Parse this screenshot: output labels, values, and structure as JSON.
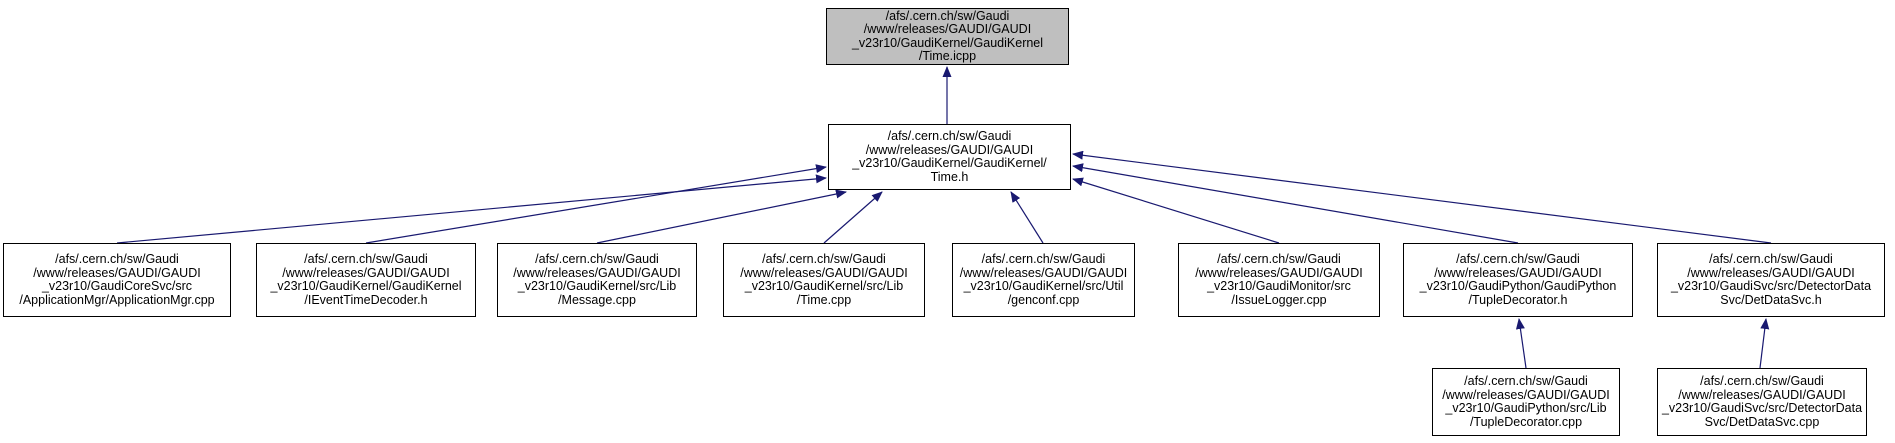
{
  "diagram": {
    "kind": "include-dependency-graph",
    "edge_color": "#191970",
    "node_border_color": "#000000",
    "node_fill": "#ffffff",
    "highlighted_node_fill": "#bfbfbf",
    "nodes": {
      "time_icpp": {
        "label": "/afs/.cern.ch/sw/Gaudi\n/www/releases/GAUDI/GAUDI\n_v23r10/GaudiKernel/GaudiKernel\n/Time.icpp",
        "highlighted": true
      },
      "time_h": {
        "label": "/afs/.cern.ch/sw/Gaudi\n/www/releases/GAUDI/GAUDI\n_v23r10/GaudiKernel/GaudiKernel/\nTime.h",
        "highlighted": false
      },
      "applicationmgr_cpp": {
        "label": "/afs/.cern.ch/sw/Gaudi\n/www/releases/GAUDI/GAUDI\n_v23r10/GaudiCoreSvc/src\n/ApplicationMgr/ApplicationMgr.cpp",
        "highlighted": false
      },
      "ieventtimedecoder_h": {
        "label": "/afs/.cern.ch/sw/Gaudi\n/www/releases/GAUDI/GAUDI\n_v23r10/GaudiKernel/GaudiKernel\n/IEventTimeDecoder.h",
        "highlighted": false
      },
      "message_cpp": {
        "label": "/afs/.cern.ch/sw/Gaudi\n/www/releases/GAUDI/GAUDI\n_v23r10/GaudiKernel/src/Lib\n/Message.cpp",
        "highlighted": false
      },
      "time_cpp": {
        "label": "/afs/.cern.ch/sw/Gaudi\n/www/releases/GAUDI/GAUDI\n_v23r10/GaudiKernel/src/Lib\n/Time.cpp",
        "highlighted": false
      },
      "genconf_cpp": {
        "label": "/afs/.cern.ch/sw/Gaudi\n/www/releases/GAUDI/GAUDI\n_v23r10/GaudiKernel/src/Util\n/genconf.cpp",
        "highlighted": false
      },
      "issuelogger_cpp": {
        "label": "/afs/.cern.ch/sw/Gaudi\n/www/releases/GAUDI/GAUDI\n_v23r10/GaudiMonitor/src\n/IssueLogger.cpp",
        "highlighted": false
      },
      "tupledecorator_h": {
        "label": "/afs/.cern.ch/sw/Gaudi\n/www/releases/GAUDI/GAUDI\n_v23r10/GaudiPython/GaudiPython\n/TupleDecorator.h",
        "highlighted": false
      },
      "detdatasvc_h": {
        "label": "/afs/.cern.ch/sw/Gaudi\n/www/releases/GAUDI/GAUDI\n_v23r10/GaudiSvc/src/DetectorData\nSvc/DetDataSvc.h",
        "highlighted": false
      },
      "tupledecorator_cpp": {
        "label": "/afs/.cern.ch/sw/Gaudi\n/www/releases/GAUDI/GAUDI\n_v23r10/GaudiPython/src/Lib\n/TupleDecorator.cpp",
        "highlighted": false
      },
      "detdatasvc_cpp": {
        "label": "/afs/.cern.ch/sw/Gaudi\n/www/releases/GAUDI/GAUDI\n_v23r10/GaudiSvc/src/DetectorData\nSvc/DetDataSvc.cpp",
        "highlighted": false
      }
    },
    "edges": [
      {
        "from": "time_h",
        "to": "time_icpp"
      },
      {
        "from": "applicationmgr_cpp",
        "to": "time_h"
      },
      {
        "from": "ieventtimedecoder_h",
        "to": "time_h"
      },
      {
        "from": "message_cpp",
        "to": "time_h"
      },
      {
        "from": "time_cpp",
        "to": "time_h"
      },
      {
        "from": "genconf_cpp",
        "to": "time_h"
      },
      {
        "from": "issuelogger_cpp",
        "to": "time_h"
      },
      {
        "from": "tupledecorator_h",
        "to": "time_h"
      },
      {
        "from": "detdatasvc_h",
        "to": "time_h"
      },
      {
        "from": "tupledecorator_cpp",
        "to": "tupledecorator_h"
      },
      {
        "from": "detdatasvc_cpp",
        "to": "detdatasvc_h"
      }
    ]
  }
}
